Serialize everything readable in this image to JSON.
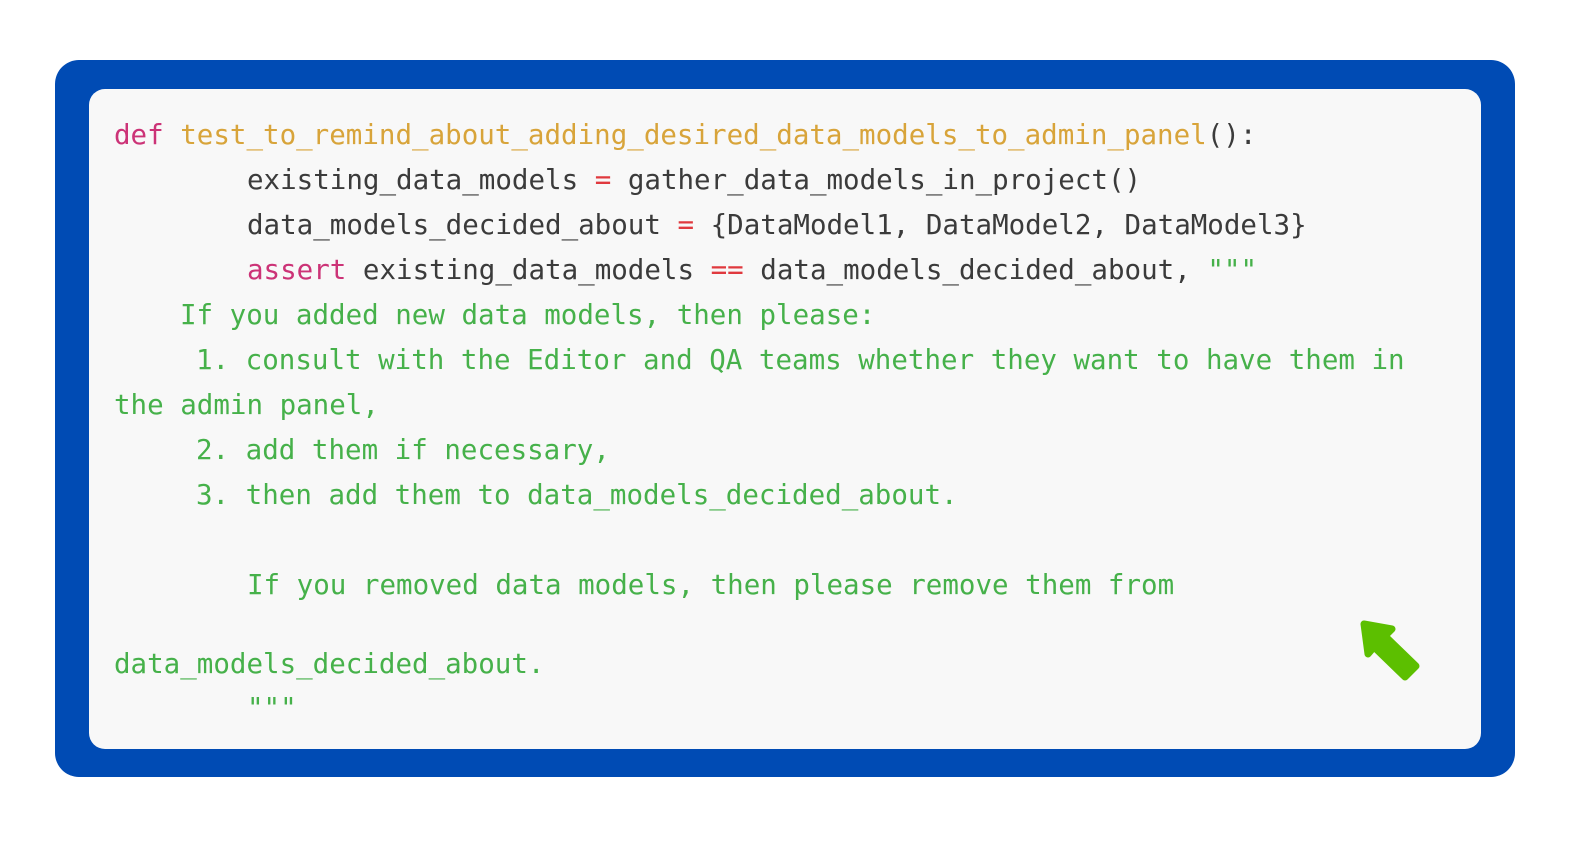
{
  "code": {
    "line1": {
      "keyword": "def",
      "function_name": "test_to_remind_about_adding_desired_data_models_to_admin_panel",
      "suffix": "():"
    },
    "line2": {
      "var": "existing_data_models",
      "op": "=",
      "rest": "gather_data_models_in_project()"
    },
    "line3": {
      "var": "data_models_decided_about",
      "op": "=",
      "rest": "{DataModel1, DataModel2, DataModel3}"
    },
    "line4": {
      "keyword": "assert",
      "left": "existing_data_models",
      "op": "==",
      "right": "data_models_decided_about,",
      "string_open": "\"\"\""
    },
    "line5": "If you added new data models, then please:",
    "line6": "1. consult with the Editor and QA teams whether they want to have them in",
    "line7": "the admin panel,",
    "line8": "2. add them if necessary,",
    "line9": "3. then add them to data_models_decided_about.",
    "line10": "If you removed data models, then please remove them from",
    "line11": "data_models_decided_about.",
    "line12": "\"\"\""
  },
  "colors": {
    "frame": "#004bb4",
    "panel": "#f8f8f8",
    "keyword": "#cc3377",
    "function": "#d8a43a",
    "operator": "#e0393e",
    "string": "#46b14a",
    "text": "#3b3b3b",
    "cursor": "#5cbf00"
  },
  "icons": {
    "cursor": "cursor-arrow-icon"
  }
}
